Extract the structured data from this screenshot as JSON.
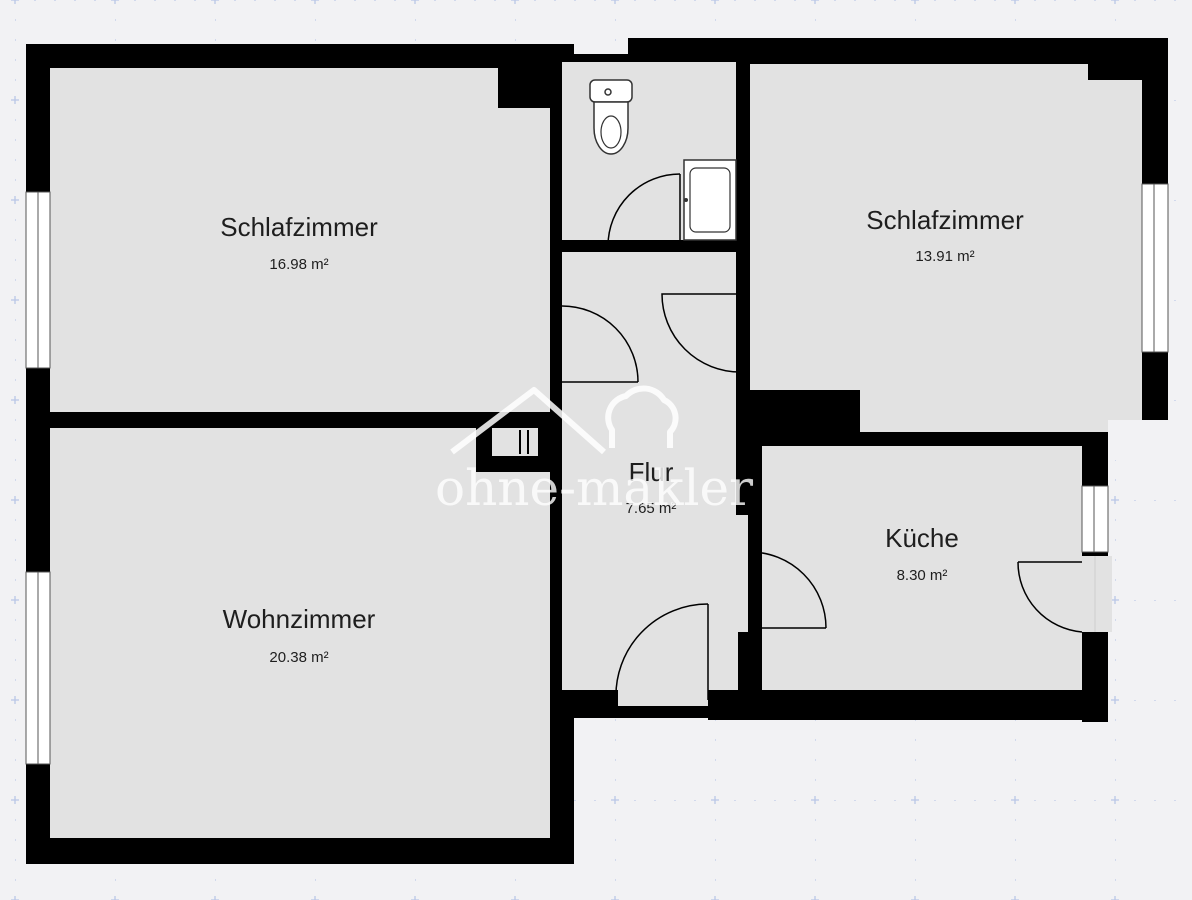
{
  "colors": {
    "background": "#f2f2f4",
    "floor": "#e2e2e2",
    "wall": "#000000",
    "grid_marker": "#b9c6e6",
    "window_glass": "#ffffff"
  },
  "rooms": [
    {
      "id": "schlafzimmer-1",
      "name": "Schlafzimmer",
      "area": "16.98 m²"
    },
    {
      "id": "schlafzimmer-2",
      "name": "Schlafzimmer",
      "area": "13.91 m²"
    },
    {
      "id": "flur",
      "name": "Flur",
      "area": "7.65 m²"
    },
    {
      "id": "kueche",
      "name": "Küche",
      "area": "8.30 m²"
    },
    {
      "id": "wohnzimmer",
      "name": "Wohnzimmer",
      "area": "20.38 m²"
    }
  ],
  "fixtures": [
    {
      "id": "toilet",
      "icon": "toilet-icon"
    },
    {
      "id": "sink",
      "icon": "sink-icon"
    }
  ],
  "watermark": {
    "text": "ohne-makler",
    "icon": "house-chef-logo"
  }
}
